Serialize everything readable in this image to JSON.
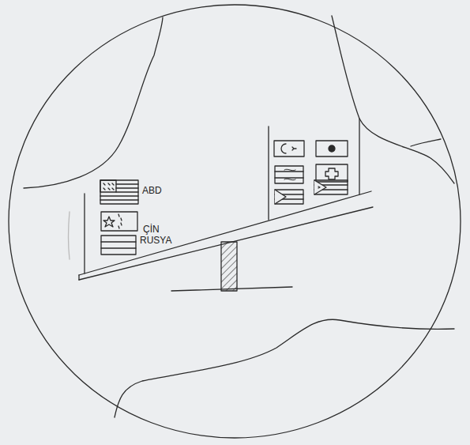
{
  "diagram": {
    "labels": [
      "ABD",
      "ÇİN",
      "RUSYA"
    ]
  }
}
